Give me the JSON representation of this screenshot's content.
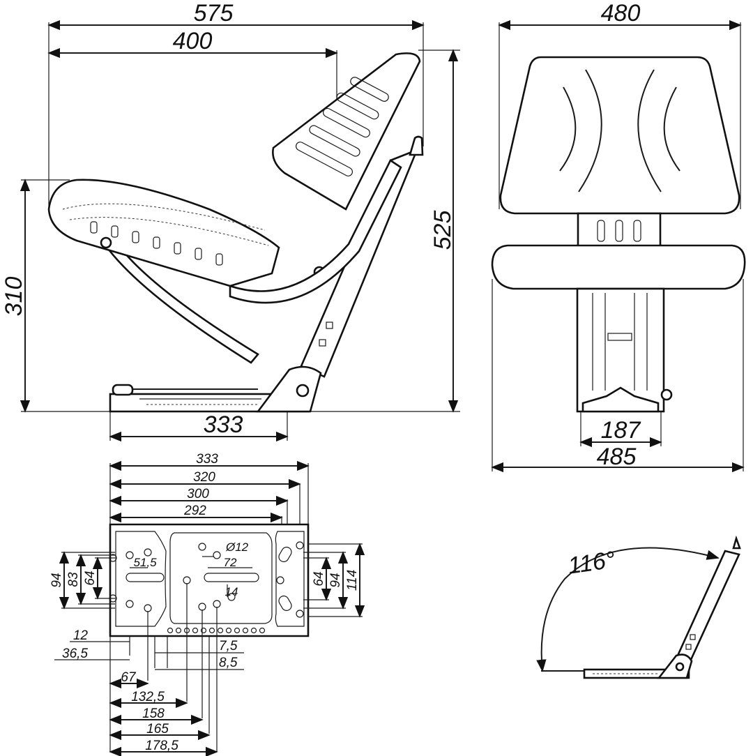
{
  "side_view": {
    "dims": {
      "overall_length": "575",
      "seat_length": "400",
      "total_height": "525",
      "seat_height": "310",
      "base_length": "333"
    }
  },
  "front_view": {
    "dims": {
      "back_width": "480",
      "seat_width": "485",
      "base_width": "187"
    }
  },
  "base_plate": {
    "top_dims": [
      "333",
      "320",
      "300",
      "292"
    ],
    "left_dims": [
      "94",
      "83",
      "64"
    ],
    "right_dims": [
      "64",
      "94",
      "114"
    ],
    "inner_dims": [
      "51,5",
      "72",
      "14",
      "Ø12"
    ],
    "bottom_dims": [
      "12",
      "36,5",
      "7,5",
      "8,5",
      "67",
      "132,5",
      "158",
      "165",
      "178,5"
    ]
  },
  "recline_view": {
    "angle": "116°"
  }
}
